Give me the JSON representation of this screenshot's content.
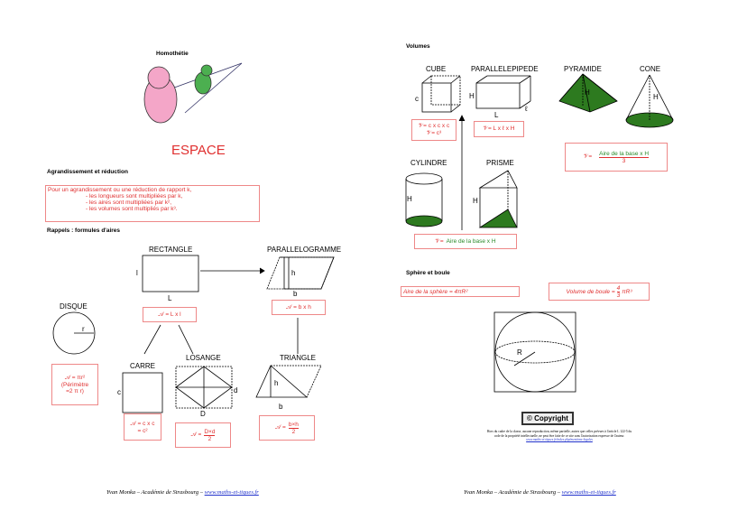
{
  "left": {
    "homothetie_title": "Homothétie",
    "main_title": "ESPACE",
    "agrandissement": {
      "title": "Agrandissement et réduction",
      "lines": [
        "Pour un agrandissement ou une réduction de rapport k,",
        "- les longueurs sont multipliées par k,",
        "- les aires sont multipliées par k²,",
        "- les volumes sont multipliés par k³."
      ]
    },
    "rappels_title": "Rappels : formules d'aires",
    "rectangle": {
      "name": "RECTANGLE",
      "side1": "l",
      "side2": "L",
      "formula": "𝒜 = L x l"
    },
    "parallelogramme": {
      "name": "PARALLELOGRAMME",
      "h": "h",
      "b": "b",
      "formula": "𝒜 = b x h"
    },
    "disque": {
      "name": "DISQUE",
      "r": "r",
      "formula": "𝒜 = πr²",
      "perimetre": "(Périmètre",
      "perimetre2": "=2 π r)"
    },
    "carre": {
      "name": "CARRE",
      "c": "c",
      "formula": "𝒜 = c x c",
      "formula2": "= c²"
    },
    "losange": {
      "name": "LOSANGE",
      "d": "d",
      "D": "D",
      "formula": "𝒜 =",
      "num": "D×d",
      "den": "2"
    },
    "triangle": {
      "name": "TRIANGLE",
      "h": "h",
      "b": "b",
      "formula": "𝒜 =",
      "num": "b×h",
      "den": "2"
    },
    "footer": {
      "text": "Yvan Monka – Académie de Strasbourg – ",
      "link": "www.maths-et-tiques.fr"
    }
  },
  "right": {
    "volumes_title": "Volumes",
    "cube": {
      "name": "CUBE",
      "c": "c",
      "formula1": "𝒱= c x c x c",
      "formula2": "𝒱= c³"
    },
    "pave": {
      "name": "PARALLELEPIPEDE",
      "H": "H",
      "L": "L",
      "l": "ℓ",
      "formula": "𝒱= L x ℓ x H"
    },
    "pyramide": {
      "name": "PYRAMIDE",
      "H": "H"
    },
    "cone": {
      "name": "CONE",
      "H": "H"
    },
    "pyr_formula": {
      "prefix": "𝒱=",
      "num": "Aire de la base x H",
      "den": "3"
    },
    "cylindre": {
      "name": "CYLINDRE",
      "H": "H"
    },
    "prisme": {
      "name": "PRISME",
      "H": "H"
    },
    "prism_formula": {
      "prefix": "𝒱=",
      "text": "Aire de la base x H"
    },
    "sphere_title": "Sphère et boule",
    "aire_sphere": "Aire de la sphère = 4πR²",
    "volume_boule": {
      "prefix": "Volume de boule =",
      "num": "4",
      "den": "3",
      "suffix": "πR³"
    },
    "R": "R",
    "copyright": "© Copyright",
    "legal1": "Hors du cadre de la classe, aucune reproduction, même partielle, autres que celles prévues à l'article L 122-5 du",
    "legal2": "code de la propriété intellectuelle, ne peut être faite de ce site sans l'autorisation expresse de l'auteur.",
    "legal_link": "www.maths-et-tiques.fr/index.php/mentions-legales",
    "footer": {
      "text": "Yvan Monka – Académie de Strasbourg – ",
      "link": "www.maths-et-tiques.fr"
    }
  },
  "colors": {
    "red": "#e03030",
    "green": "#2d7a1f",
    "box_border": "#e88"
  }
}
